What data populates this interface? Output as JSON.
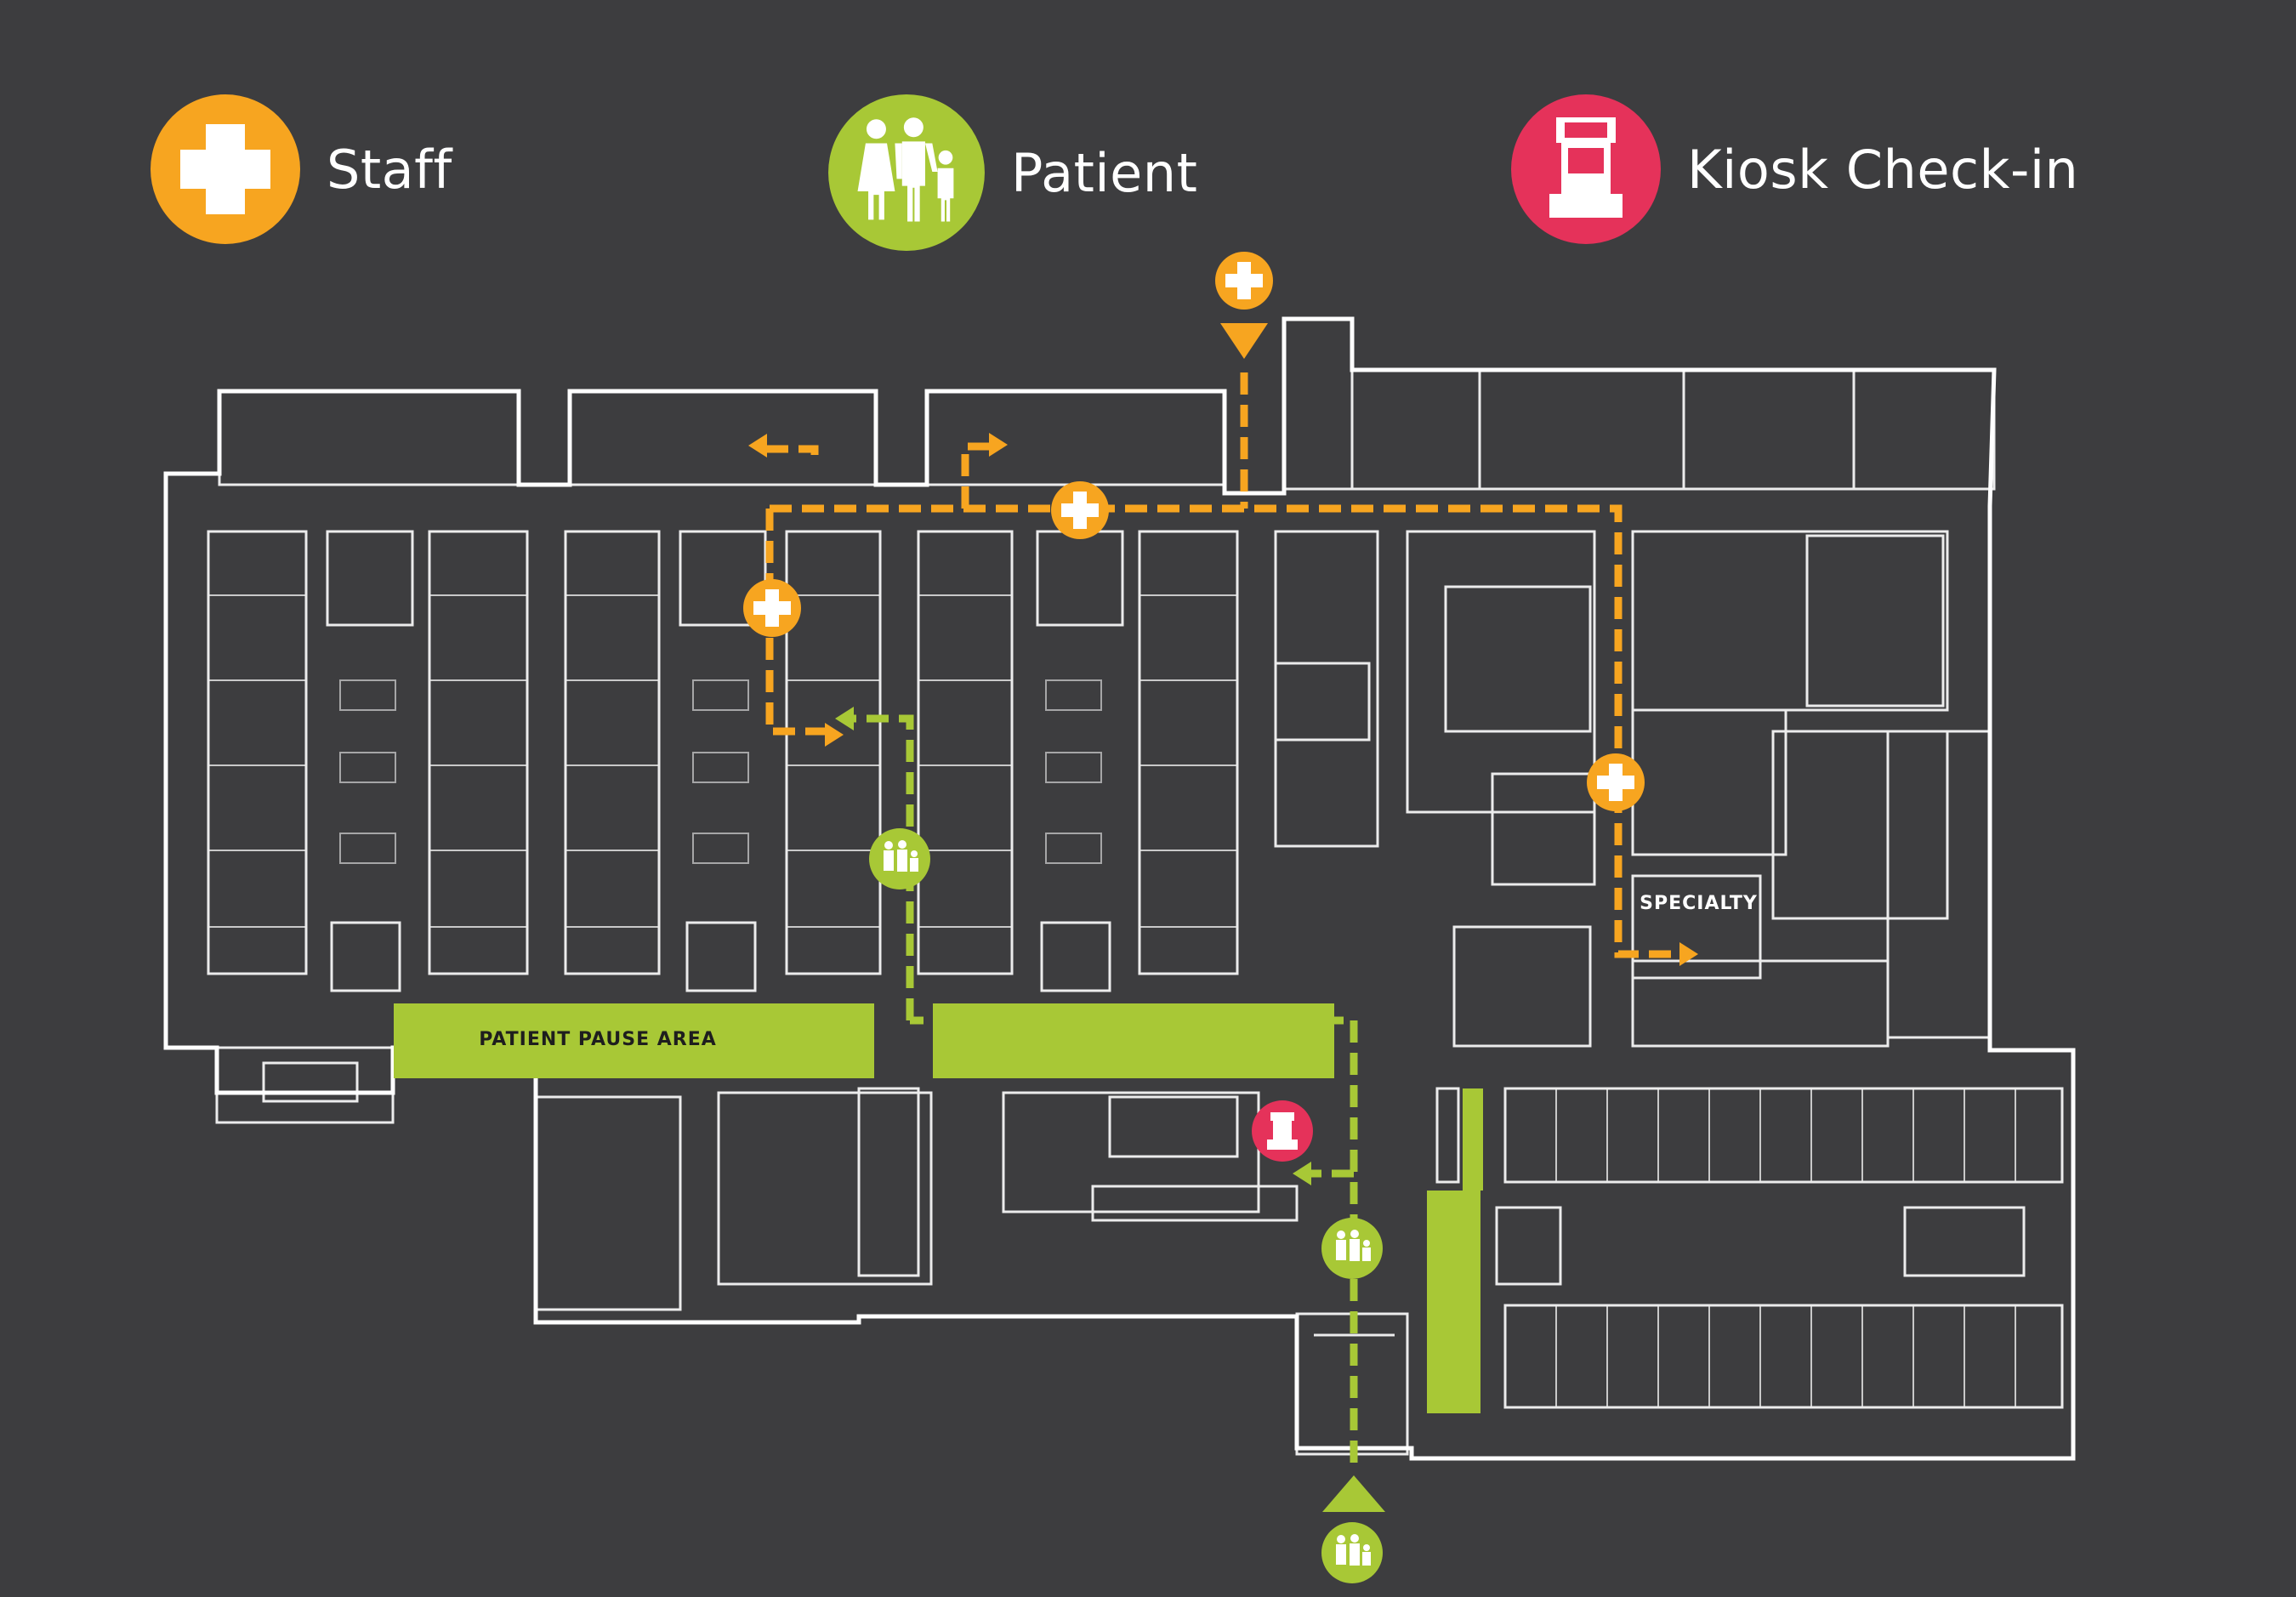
{
  "legend": {
    "staff": {
      "label": "Staff",
      "icon": "staff-cross-icon",
      "color": "#f7a520"
    },
    "patient": {
      "label": "Patient",
      "icon": "family-icon",
      "color": "#a8c836"
    },
    "kiosk": {
      "label": "Kiosk Check-in",
      "icon": "kiosk-icon",
      "color": "#e5325a"
    }
  },
  "zones": {
    "patient_pause_area": "PATIENT PAUSE AREA",
    "specialty": "SPECIALTY"
  },
  "colors": {
    "background": "#3d3d3f",
    "walls": "#ffffff",
    "staff_route": "#f7a520",
    "patient_route": "#a8c836",
    "kiosk": "#e5325a",
    "green_area": "#a8c836"
  }
}
